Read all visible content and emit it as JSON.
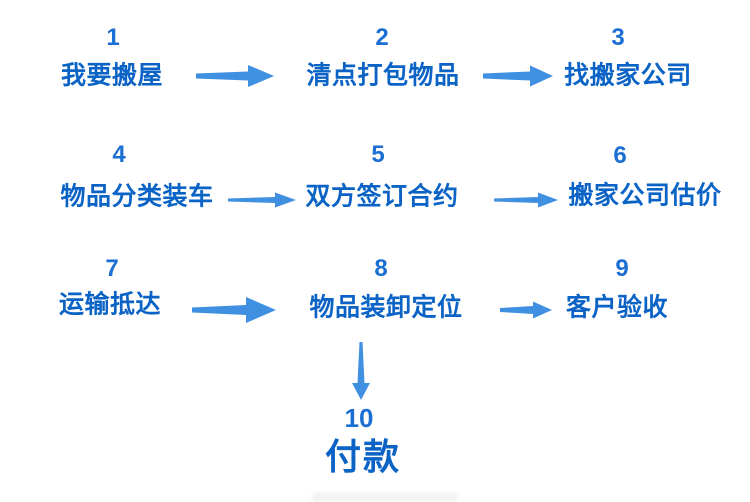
{
  "flowchart": {
    "description": "moving-house-process-flow",
    "steps": [
      {
        "number": "1",
        "label": "我要搬屋"
      },
      {
        "number": "2",
        "label": "清点打包物品"
      },
      {
        "number": "3",
        "label": "找搬家公司"
      },
      {
        "number": "4",
        "label": "物品分类装车"
      },
      {
        "number": "5",
        "label": "双方签订合约"
      },
      {
        "number": "6",
        "label": "搬家公司估价"
      },
      {
        "number": "7",
        "label": "运输抵达"
      },
      {
        "number": "8",
        "label": "物品装卸定位"
      },
      {
        "number": "9",
        "label": "客户验收"
      },
      {
        "number": "10",
        "label": "付款"
      }
    ],
    "connectors": [
      {
        "from": "1",
        "to": "2",
        "direction": "right"
      },
      {
        "from": "2",
        "to": "3",
        "direction": "right"
      },
      {
        "from": "4",
        "to": "5",
        "direction": "right"
      },
      {
        "from": "5",
        "to": "6",
        "direction": "right"
      },
      {
        "from": "7",
        "to": "8",
        "direction": "right"
      },
      {
        "from": "8",
        "to": "9",
        "direction": "right"
      },
      {
        "from": "8",
        "to": "10",
        "direction": "down"
      }
    ],
    "colors": {
      "step_number": "#1b6ed2",
      "step_label": "#0b63c6",
      "arrow": "#4090e2",
      "background": "#ffffff"
    }
  }
}
